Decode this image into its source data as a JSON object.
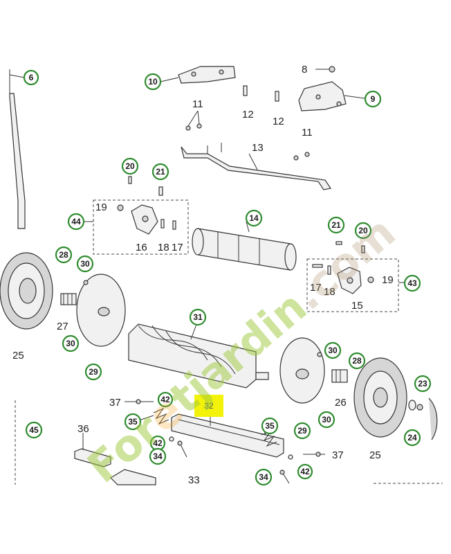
{
  "parts": {
    "p6": "6",
    "p8": "8",
    "p9": "9",
    "p10": "10",
    "p11a": "11",
    "p11b": "11",
    "p12a": "12",
    "p12b": "12",
    "p13": "13",
    "p14": "14",
    "p15": "15",
    "p16": "16",
    "p17a": "17",
    "p17b": "17",
    "p18a": "18",
    "p18b": "18",
    "p19a": "19",
    "p19b": "19",
    "p20a": "20",
    "p20b": "20",
    "p21a": "21",
    "p21b": "21",
    "p23": "23",
    "p24": "24",
    "p25a": "25",
    "p25b": "25",
    "p26": "26",
    "p27": "27",
    "p28a": "28",
    "p28b": "28",
    "p29a": "29",
    "p29b": "29",
    "p30a": "30",
    "p30b": "30",
    "p30c": "30",
    "p30d": "30",
    "p31": "31",
    "p32": "32",
    "p33": "33",
    "p34a": "34",
    "p34b": "34",
    "p35a": "35",
    "p35b": "35",
    "p36": "36",
    "p37a": "37",
    "p37b": "37",
    "p42a": "42",
    "p42b": "42",
    "p42c": "42",
    "p43": "43",
    "p44": "44",
    "p45": "45"
  },
  "watermark": {
    "part1": "For",
    "part2": "e",
    "part3": "tjardin",
    "part4": ".com"
  }
}
